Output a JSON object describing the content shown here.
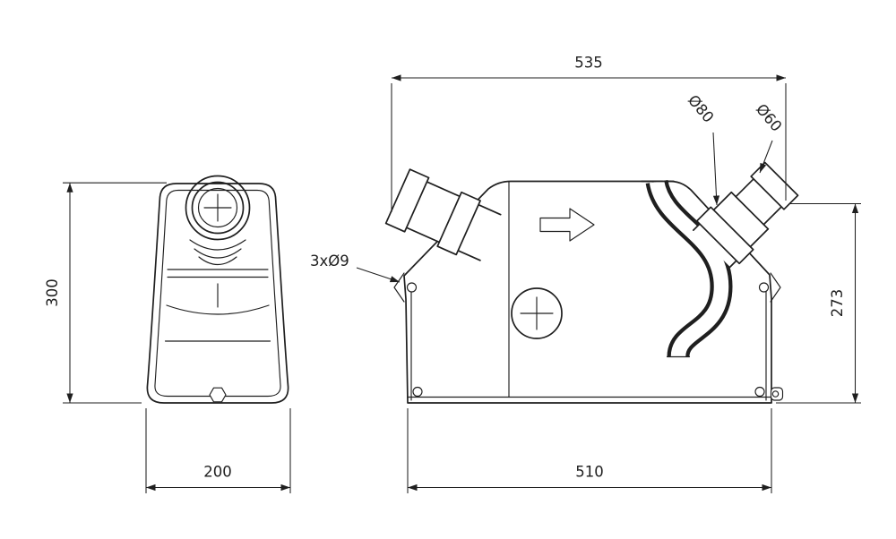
{
  "colors": {
    "background": "#ffffff",
    "line": "#1f1f1f"
  },
  "views": {
    "front": {
      "height_dim": "300",
      "width_dim": "200"
    },
    "side": {
      "overall_width_dim": "535",
      "base_width_dim": "510",
      "height_dim": "273",
      "diameter_large_dim": "Ø80",
      "diameter_small_dim": "Ø60",
      "mounting_holes_note": "3xØ9"
    }
  }
}
